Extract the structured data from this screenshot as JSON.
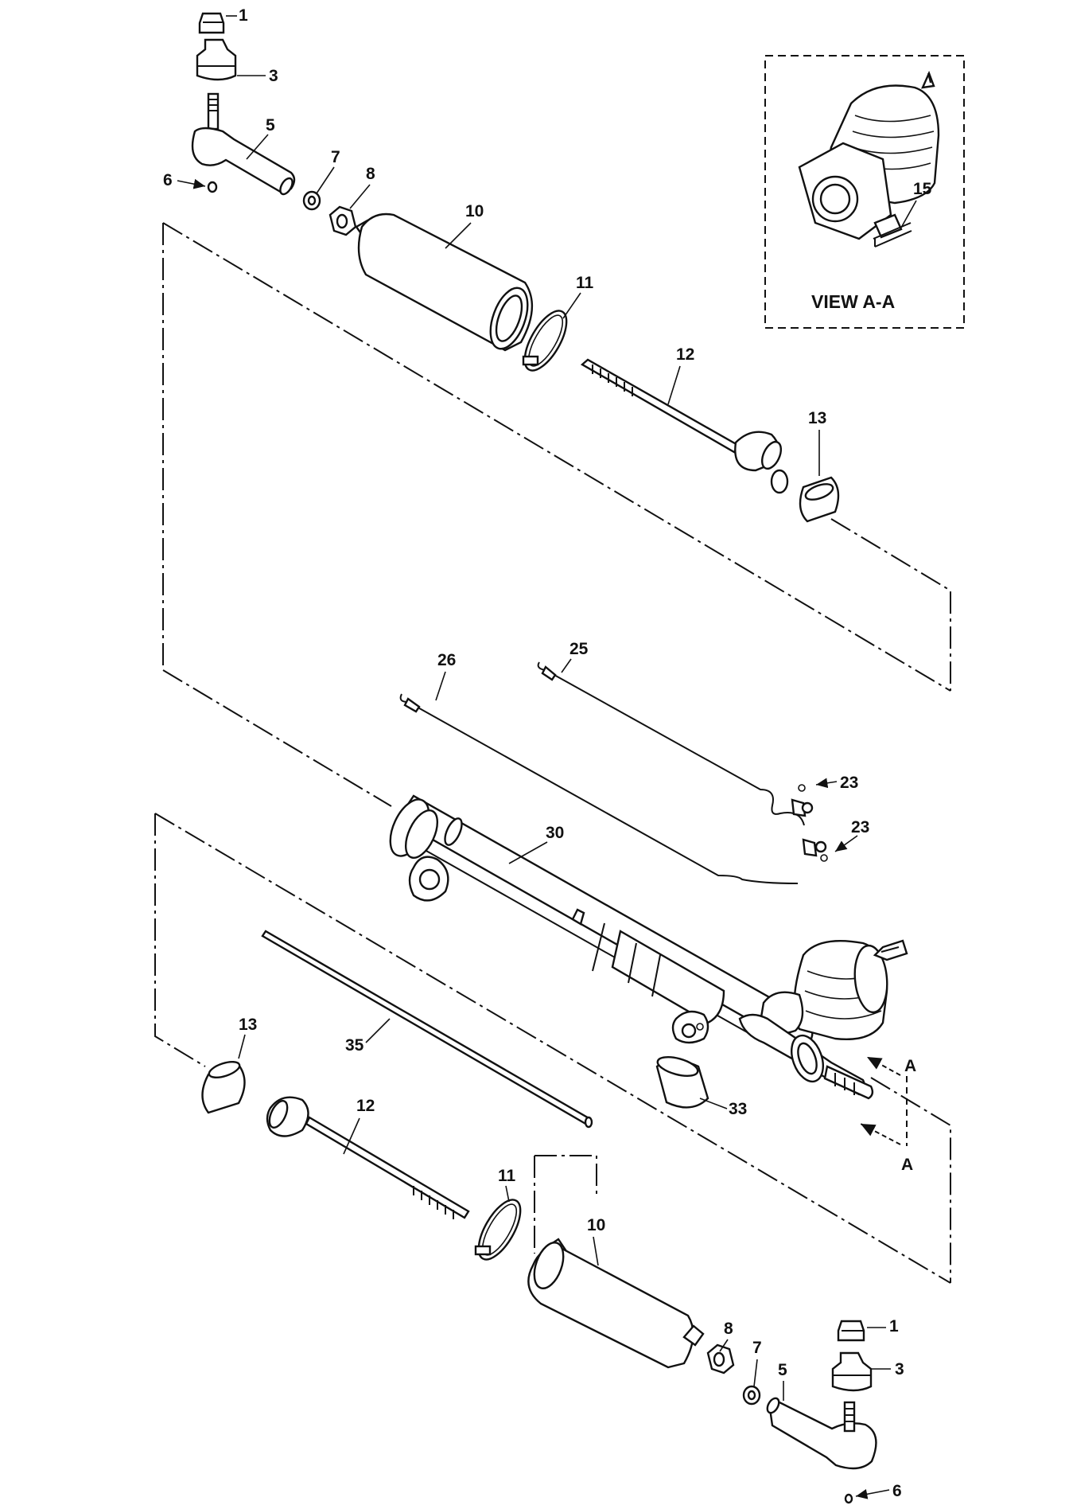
{
  "diagram": {
    "callouts": {
      "top_nut": "1",
      "top_boot": "3",
      "top_tie_rod_end": "5",
      "top_cotter_pin": "6",
      "top_jam_nut": "7",
      "top_adjuster": "8",
      "top_bellows": "10",
      "top_clamp": "11",
      "top_inner_tie_rod": "12",
      "top_bushing": "13",
      "view_part": "15",
      "pipe_upper": "25",
      "pipe_lower": "26",
      "oring_upper": "23",
      "oring_lower": "23",
      "rack_housing": "30",
      "seal": "33",
      "rack": "35",
      "bottom_bushing": "13",
      "bottom_inner_tie_rod": "12",
      "bottom_clamp": "11",
      "bottom_bellows": "10",
      "bottom_adjuster": "8",
      "bottom_jam_nut": "7",
      "bottom_tie_rod_end": "5",
      "bottom_nut": "1",
      "bottom_boot": "3",
      "bottom_cotter_pin": "6",
      "section_arrow_upper": "A",
      "section_arrow_lower": "A"
    },
    "view_title": "VIEW A-A"
  }
}
